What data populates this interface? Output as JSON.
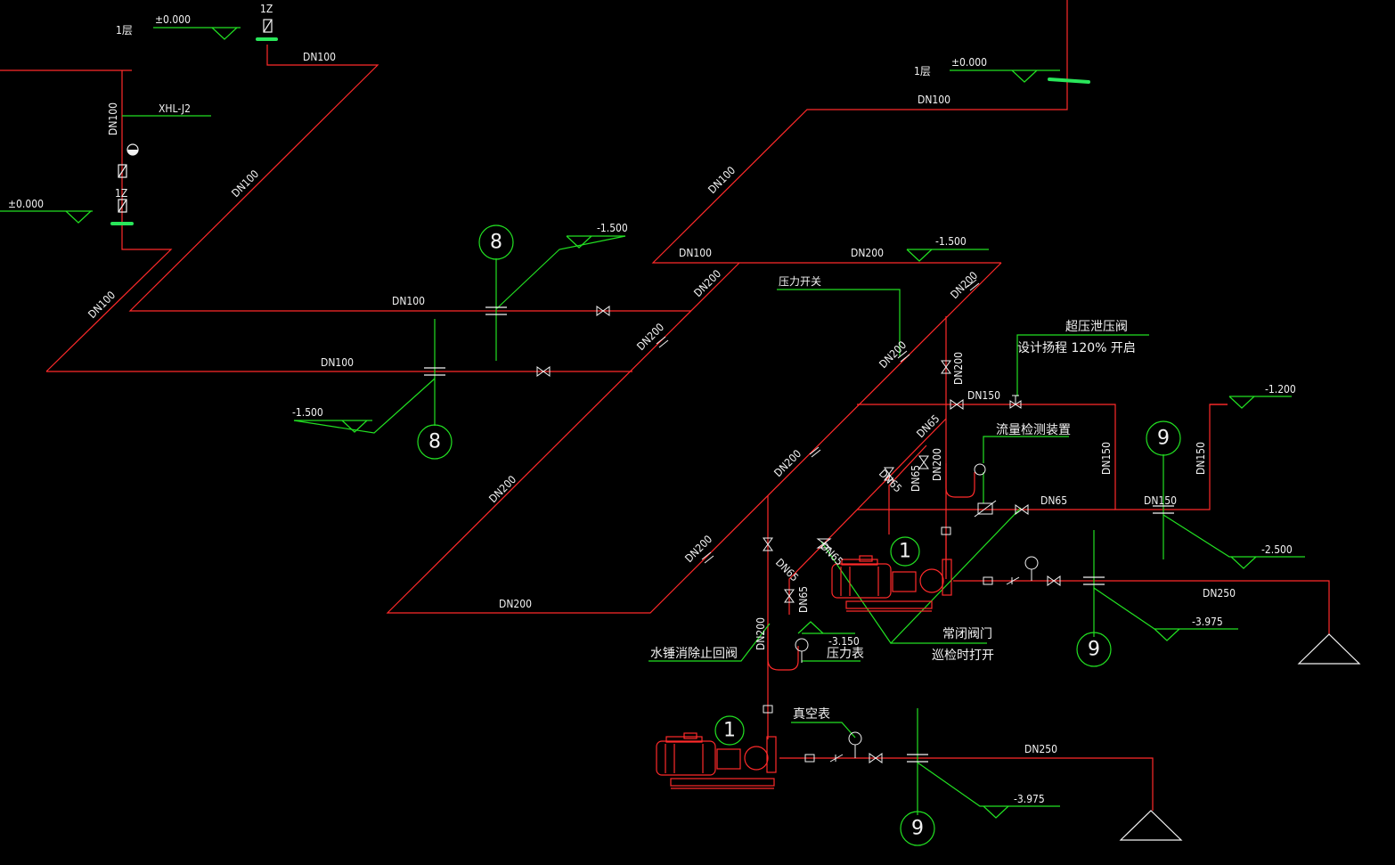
{
  "colors": {
    "background": "#000000",
    "pipe": "#ff2a2a",
    "leader": "#22e022",
    "text": "#f2f2f2",
    "highlight": "#29e65a"
  },
  "labels": {
    "floor1": "1层",
    "elev_000": "±0.000",
    "pipe_id": "1Z",
    "riser": "XHL-J2",
    "dn100": "DN100",
    "dn150": "DN150",
    "dn200": "DN200",
    "dn250": "DN250",
    "dn65": "DN65",
    "elev_m1500": "-1.500",
    "elev_m1200": "-1.200",
    "elev_m2500": "-2.500",
    "elev_m3975": "-3.975",
    "elev_m3150": "-3.150",
    "mark_8": "8",
    "mark_9": "9",
    "mark_1": "1",
    "pressure_switch": "压力开关",
    "relief_valve": "超压泄压阀",
    "relief_setting": "设计扬程  120%  开启",
    "flow_device": "流量检测装置",
    "normally_closed": "常闭阀门",
    "open_on_inspection": "巡检时打开",
    "check_valve": "水锤消除止回阀",
    "pressure_gauge": "压力表",
    "vacuum_gauge": "真空表"
  }
}
